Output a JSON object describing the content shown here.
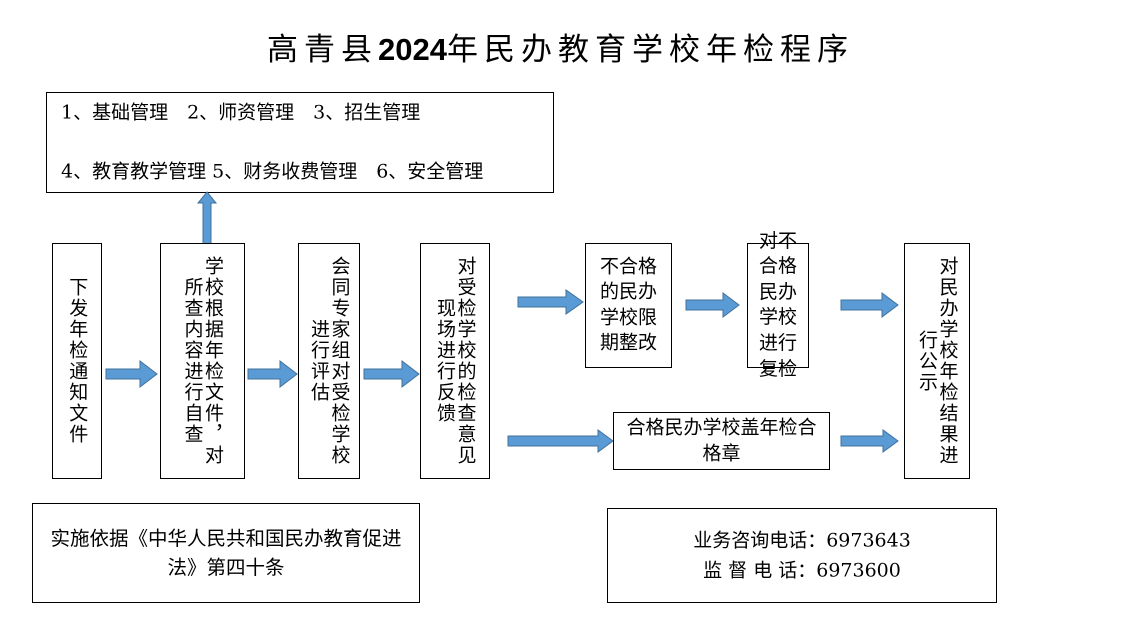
{
  "title": {
    "prefix": "高青县",
    "year": "2024",
    "suffix": "年民办教育学校年检程序"
  },
  "categories_box": {
    "line1": "1、基础管理　2、师资管理　3、招生管理",
    "line2": "4、教育教学管理 5、财务收费管理　6、安全管理"
  },
  "flow": {
    "step1": "下发年检通知文件",
    "step2": "学校根据年检文件，对所查内容进行自查",
    "step3": "会同专家组对受检学校进行评估",
    "step4": "对受检学校的检查意见现场进行反馈",
    "fail_step1": "不合格的民办学校限期整改",
    "fail_step2": "对不合格民办学校进行复检",
    "pass_step": "合格民办学校盖年检合格章",
    "final_step": "对民办学校年检结果进行公示"
  },
  "footer": {
    "legal_basis": "实施依据《中华人民共和国民办教育促进法》第四十条",
    "contact": "业务咨询电话：6973643\n监 督 电 话：6973600"
  },
  "colors": {
    "arrow_fill": "#5B9BD5",
    "arrow_stroke": "#41719C",
    "border": "#000000",
    "background": "#FFFFFF"
  }
}
